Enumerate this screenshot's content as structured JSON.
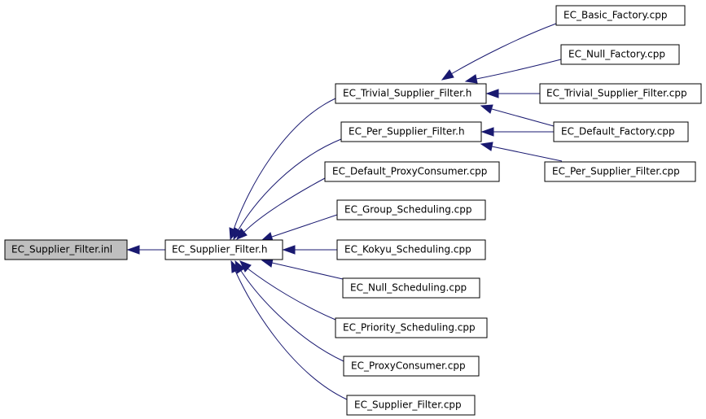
{
  "colors": {
    "edge": "#191970",
    "root_fill": "#bfbfbf",
    "node_fill": "#ffffff",
    "border": "#000000"
  },
  "nodes": {
    "supplier_filter_inl": "EC_Supplier_Filter.inl",
    "supplier_filter_h": "EC_Supplier_Filter.h",
    "trivial_supplier_filter_h": "EC_Trivial_Supplier_Filter.h",
    "per_supplier_filter_h": "EC_Per_Supplier_Filter.h",
    "default_proxyconsumer_cpp": "EC_Default_ProxyConsumer.cpp",
    "group_scheduling_cpp": "EC_Group_Scheduling.cpp",
    "kokyu_scheduling_cpp": "EC_Kokyu_Scheduling.cpp",
    "null_scheduling_cpp": "EC_Null_Scheduling.cpp",
    "priority_scheduling_cpp": "EC_Priority_Scheduling.cpp",
    "proxyconsumer_cpp": "EC_ProxyConsumer.cpp",
    "supplier_filter_cpp": "EC_Supplier_Filter.cpp",
    "basic_factory_cpp": "EC_Basic_Factory.cpp",
    "null_factory_cpp": "EC_Null_Factory.cpp",
    "trivial_supplier_filter_cpp": "EC_Trivial_Supplier_Filter.cpp",
    "default_factory_cpp": "EC_Default_Factory.cpp",
    "per_supplier_filter_cpp": "EC_Per_Supplier_Filter.cpp"
  }
}
